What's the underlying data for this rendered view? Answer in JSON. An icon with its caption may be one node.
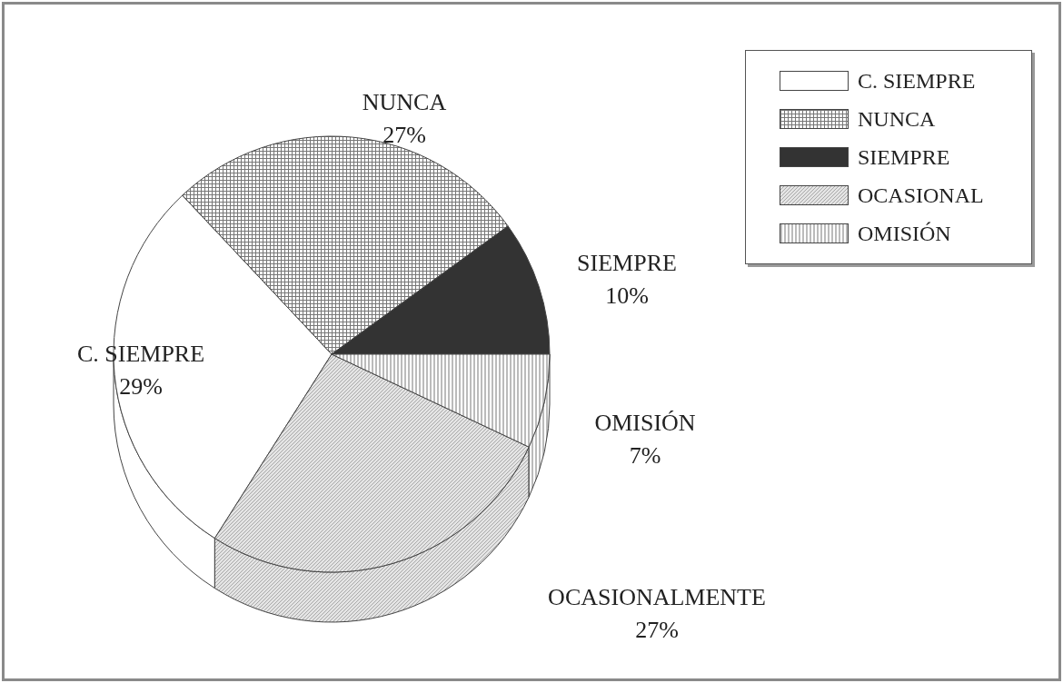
{
  "diagram": {
    "chart_data": {
      "type": "pie",
      "categories": [
        "C. SIEMPRE",
        "NUNCA",
        "SIEMPRE",
        "OCASIONALMENTE",
        "OMISIÓN"
      ],
      "values": [
        29,
        27,
        10,
        27,
        7
      ],
      "value_labels": [
        "29%",
        "27%",
        "10%",
        "27%",
        "7%"
      ]
    },
    "legend": [
      {
        "text": "C. SIEMPRE",
        "color": "#ffffff"
      },
      {
        "text": "NUNCA"
      },
      {
        "text": "SIEMPRE",
        "color": "#333333"
      },
      {
        "text": "OCASIONAL"
      },
      {
        "text": "OMISIÓN"
      }
    ]
  }
}
